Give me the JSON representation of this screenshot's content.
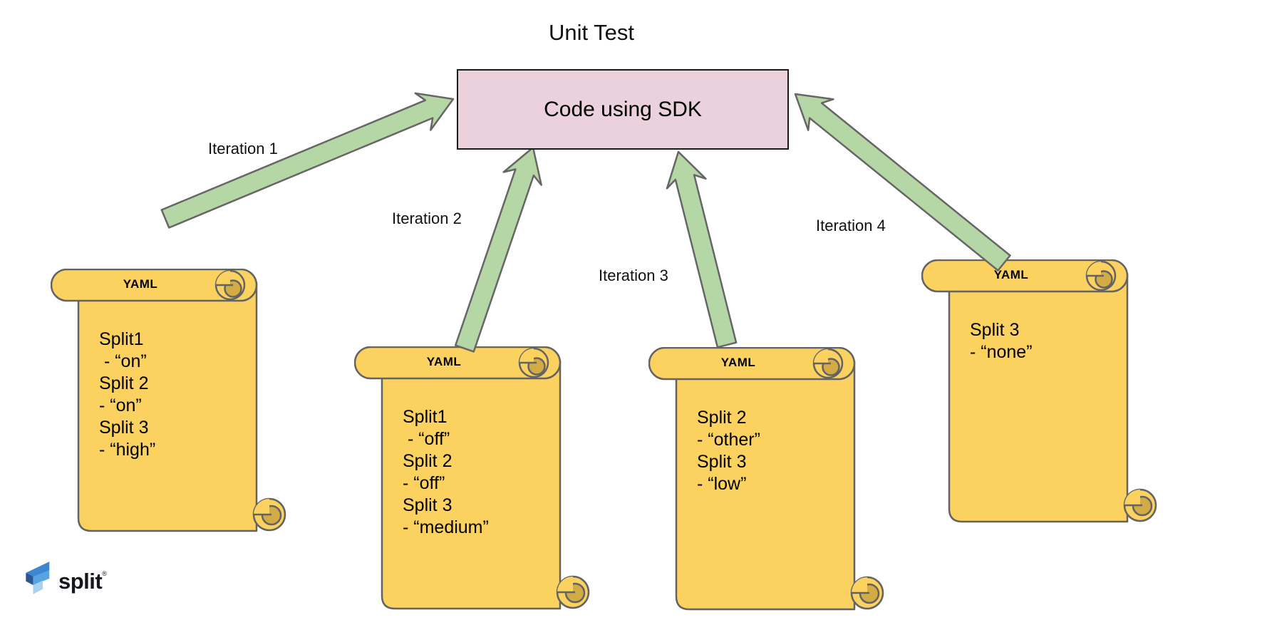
{
  "title": "Unit Test",
  "sdk_box": {
    "label": "Code using SDK"
  },
  "arrow_labels": [
    "Iteration 1",
    "Iteration 2",
    "Iteration 3",
    "Iteration 4"
  ],
  "scrolls": [
    {
      "header": "YAML",
      "lines": [
        "Split1",
        " - “on”",
        "Split 2",
        "- “on”",
        "Split 3",
        "- “high”"
      ]
    },
    {
      "header": "YAML",
      "lines": [
        "Split1",
        " - “off”",
        "Split 2",
        "- “off”",
        "Split 3",
        "- “medium”"
      ]
    },
    {
      "header": "YAML",
      "lines": [
        "Split 2",
        "- “other”",
        "Split 3",
        "- “low”"
      ]
    },
    {
      "header": "YAML",
      "lines": [
        "Split 3",
        "- “none”"
      ]
    }
  ],
  "logo": {
    "text": "split",
    "registered_mark": "®"
  },
  "colors": {
    "background": "#FFFFFF",
    "scroll_fill": "#FBD25F",
    "scroll_curl": "#D2AB45",
    "scroll_stroke": "#636363",
    "arrow_fill": "#B5D6A5",
    "arrow_stroke": "#666666",
    "box_fill": "#EAD1DC",
    "box_stroke": "#1A1A1A",
    "text": "#000000",
    "logo_blue": "#3E86D1",
    "logo_dark_blue": "#29588F",
    "logo_light_blue": "#57A4E0",
    "logo_pale_blue": "#A8D3F0"
  }
}
